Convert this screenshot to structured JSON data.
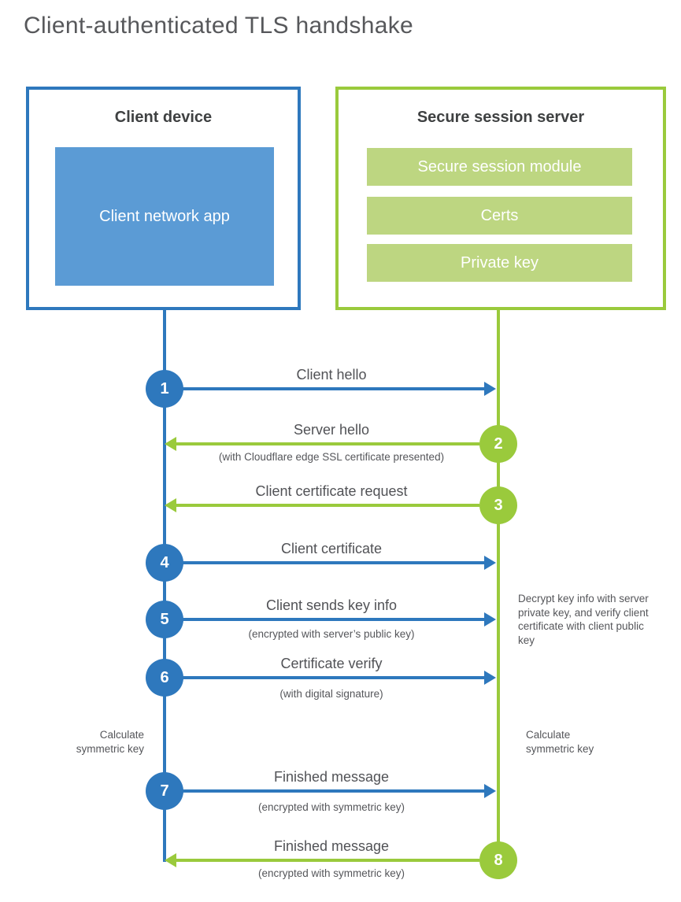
{
  "title": "Client-authenticated TLS handshake",
  "colors": {
    "blue": "#2e78bd",
    "blue_fill": "#5b9bd5",
    "green": "#9aca3c",
    "green_fill": "#bdd681"
  },
  "client_box": {
    "title": "Client device",
    "app_label": "Client network app"
  },
  "server_box": {
    "title": "Secure session server",
    "modules": [
      "Secure session module",
      "Certs",
      "Private key"
    ]
  },
  "steps": [
    {
      "num": "1",
      "from": "client",
      "label": "Client hello",
      "sub": ""
    },
    {
      "num": "2",
      "from": "server",
      "label": "Server hello",
      "sub": "(with Cloudflare edge SSL certificate presented)"
    },
    {
      "num": "3",
      "from": "server",
      "label": "Client certificate request",
      "sub": ""
    },
    {
      "num": "4",
      "from": "client",
      "label": "Client certificate",
      "sub": ""
    },
    {
      "num": "5",
      "from": "client",
      "label": "Client sends key info",
      "sub": "(encrypted with server’s public key)"
    },
    {
      "num": "6",
      "from": "client",
      "label": "Certificate verify",
      "sub": "(with digital signature)"
    },
    {
      "num": "7",
      "from": "client",
      "label": "Finished message",
      "sub": "(encrypted with symmetric key)"
    },
    {
      "num": "8",
      "from": "server",
      "label": "Finished message",
      "sub": "(encrypted with symmetric key)"
    }
  ],
  "annotations": {
    "client_calc": "Calculate symmetric key",
    "server_calc": "Calculate symmetric key",
    "server_note": "Decrypt key info with server private key, and verify client certificate with client public key"
  }
}
